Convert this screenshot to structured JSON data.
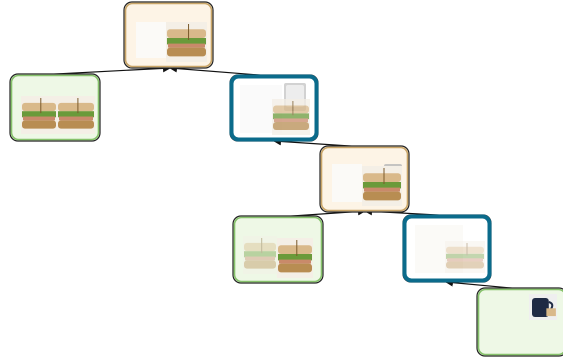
{
  "colors": {
    "tan_fill": "#fdf4e6",
    "tan_border": "#c9a567",
    "green_fill": "#eef8e6",
    "green_border": "#86c26b",
    "blue_fill": "#ffffff",
    "blue_border": "#0b6b8b",
    "edge": "#111111",
    "bread": "#d9b98a",
    "bread_dark": "#b88d52",
    "lettuce": "#6a9a3a",
    "ham": "#c98a6a",
    "mug": "#1f2a44"
  },
  "diagram": {
    "node_types": [
      "tan",
      "green",
      "blue"
    ],
    "nodes": [
      {
        "id": "n1",
        "kind": "tan",
        "content": "sandwich-photo"
      },
      {
        "id": "n2",
        "kind": "green",
        "content": "two-sandwich-photos"
      },
      {
        "id": "n3",
        "kind": "blue",
        "content": "faded-sandwich-with-cup-photo"
      },
      {
        "id": "n4",
        "kind": "tan",
        "content": "sandwich-with-cup-photo"
      },
      {
        "id": "n5",
        "kind": "green",
        "content": "two-faded-sandwich-photos"
      },
      {
        "id": "n6",
        "kind": "blue",
        "content": "faded-sandwich-photo"
      },
      {
        "id": "n7",
        "kind": "green",
        "content": "mug-photo"
      }
    ],
    "edges": [
      {
        "from": "n2",
        "to": "n1"
      },
      {
        "from": "n3",
        "to": "n1"
      },
      {
        "from": "n4",
        "to": "n3"
      },
      {
        "from": "n5",
        "to": "n4"
      },
      {
        "from": "n6",
        "to": "n4"
      },
      {
        "from": "n7",
        "to": "n6"
      }
    ]
  }
}
